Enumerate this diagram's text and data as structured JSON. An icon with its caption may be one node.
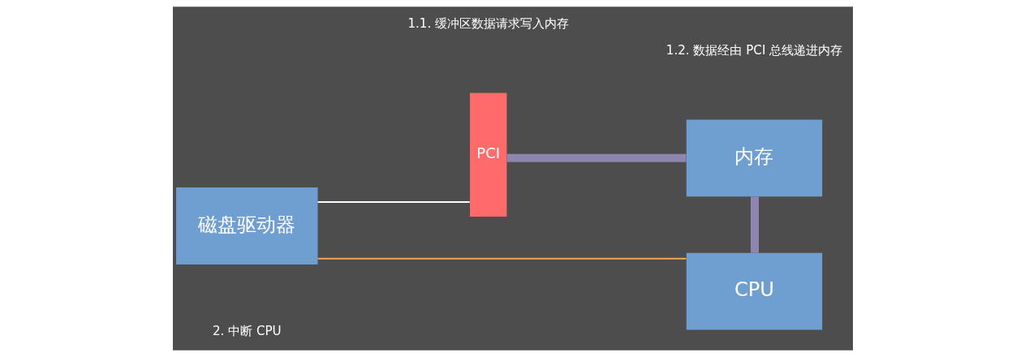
{
  "diagram": {
    "nodes": [
      {
        "text": [
          "磁盘驱动器"
        ]
      },
      {
        "text": [
          "PCI"
        ]
      },
      {
        "text": [
          "内存"
        ]
      },
      {
        "text": [
          "CPU"
        ]
      }
    ],
    "edges": [
      {
        "from": 0,
        "to": 1,
        "arrow": "none",
        "color": "#ffffff"
      },
      {
        "from": 1,
        "to": 2,
        "arrow": "none",
        "style": "thick",
        "color": "#8e86b0"
      },
      {
        "from": 2,
        "to": 3,
        "arrow": "none",
        "style": "thick",
        "color": "#8e86b0"
      },
      {
        "from": 0,
        "to": 3,
        "arrow": "none",
        "color": "#f5a55a"
      }
    ],
    "labels": [
      "1.1. 缓冲区数据请求写入内存",
      "1.2. 数据经由 PCI 总线递进内存",
      "2. 中断 CPU"
    ]
  }
}
